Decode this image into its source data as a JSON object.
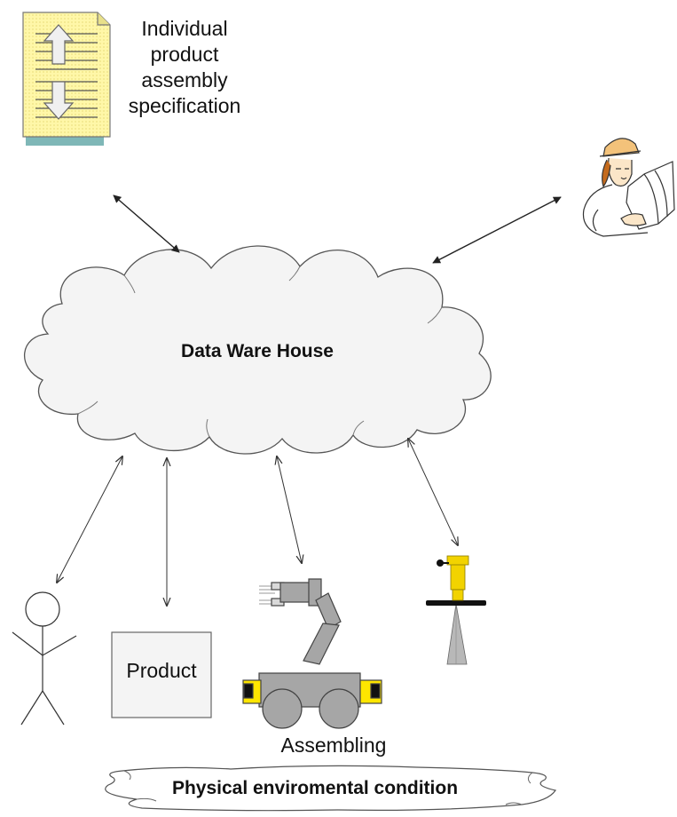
{
  "document_spec": {
    "label_lines": [
      "Individual",
      "product",
      "assembly",
      "specification"
    ],
    "icon": "document-up-down-arrows-icon"
  },
  "engineer": {
    "icon": "engineer-with-blueprint-icon"
  },
  "data_warehouse": {
    "label": "Data Ware House"
  },
  "human": {
    "icon": "stick-figure-icon"
  },
  "product": {
    "label": "Product"
  },
  "robot": {
    "label": "Assembling",
    "icon": "robot-arm-vehicle-icon"
  },
  "sensor": {
    "icon": "sensor-tripod-icon"
  },
  "environment": {
    "label": "Physical enviromental condition"
  },
  "colors": {
    "cloud_fill": "#f4f4f4",
    "document_fill": "#fff7a8",
    "document_shadow": "#7fb7b7",
    "robot_body": "#a6a6a6",
    "robot_accent": "#ffe600",
    "sensor_accent": "#f2d300"
  }
}
